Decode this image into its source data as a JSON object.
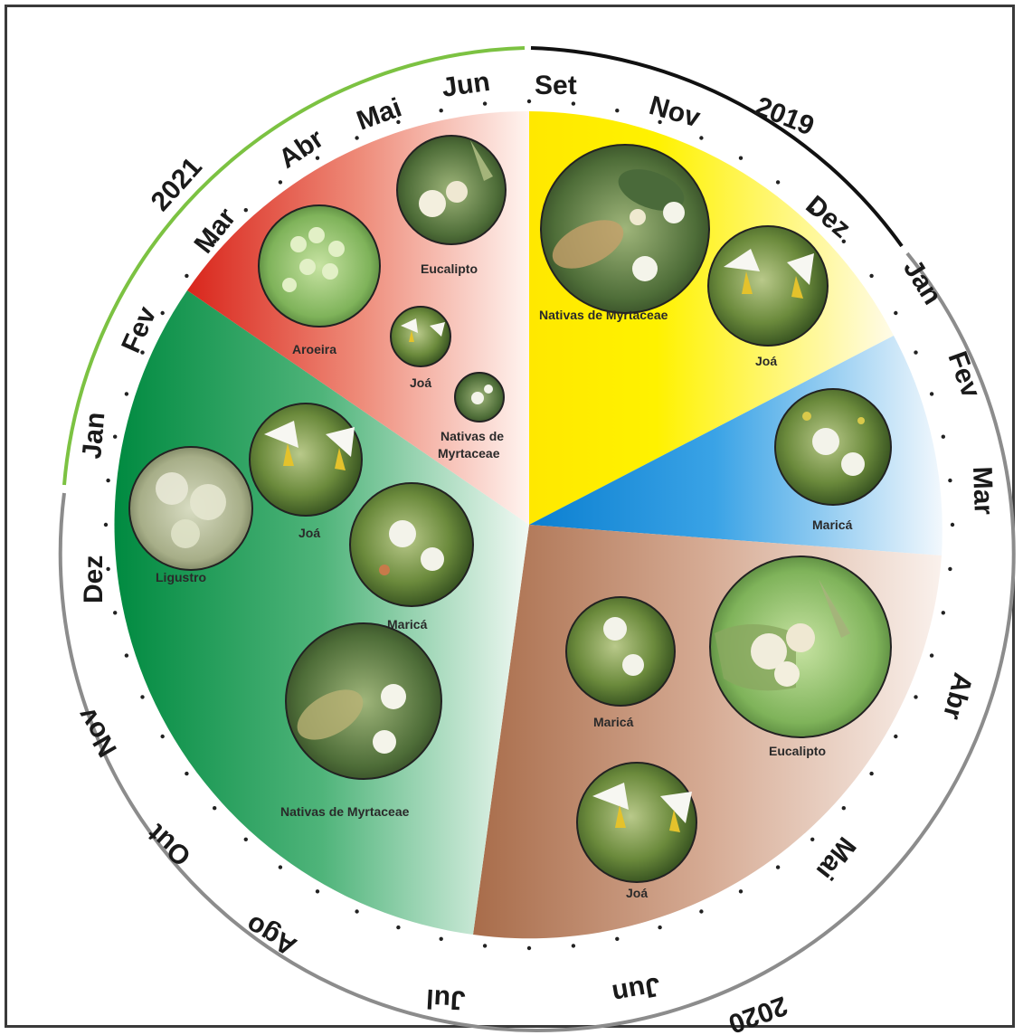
{
  "diagram": {
    "years": {
      "y2019": "2019",
      "y2020": "2020",
      "y2021": "2021"
    },
    "months": {
      "set": "Set",
      "nov": "Nov",
      "dez_2019": "Dez",
      "jan_2020": "Jan",
      "fev_2020": "Fev",
      "mar_2020": "Mar",
      "abr_2020": "Abr",
      "mai_2020": "Mai",
      "jun_2020": "Jun",
      "jul_2020": "Jul",
      "ago_2020": "Ago",
      "out_2020": "Out",
      "nov_2020": "Nov",
      "dez_2020": "Dez",
      "jan_2021": "Jan",
      "fev_2021": "Fev",
      "mar_2021": "Mar",
      "abr_2021": "Abr",
      "mai_2021": "Mai",
      "jun_2021": "Jun"
    },
    "sectors": {
      "yellow": {
        "color": "#ffec00",
        "plants": {
          "myrtaceae": "Nativas de Myrtaceae",
          "joa": "Joá"
        }
      },
      "blue": {
        "color": "#1e90d8",
        "plants": {
          "marica": "Maricá"
        }
      },
      "brown": {
        "color": "#b07a5c",
        "plants": {
          "marica": "Maricá",
          "eucalipto": "Eucalipto",
          "joa": "Joá"
        }
      },
      "green": {
        "color": "#0a8a43",
        "plants": {
          "ligustro": "Ligustro",
          "joa": "Joá",
          "marica": "Maricá",
          "myrtaceae": "Nativas de Myrtaceae"
        }
      },
      "red": {
        "color": "#dc2a22",
        "plants": {
          "aroeira": "Aroeira",
          "eucalipto": "Eucalipto",
          "joa": "Joá",
          "myrtaceae_line1": "Nativas de",
          "myrtaceae_line2": "Myrtaceae"
        }
      }
    },
    "ring_colors": {
      "y2019": "#111111",
      "y2020": "#8c8c8c",
      "y2021": "#7cc242"
    }
  }
}
